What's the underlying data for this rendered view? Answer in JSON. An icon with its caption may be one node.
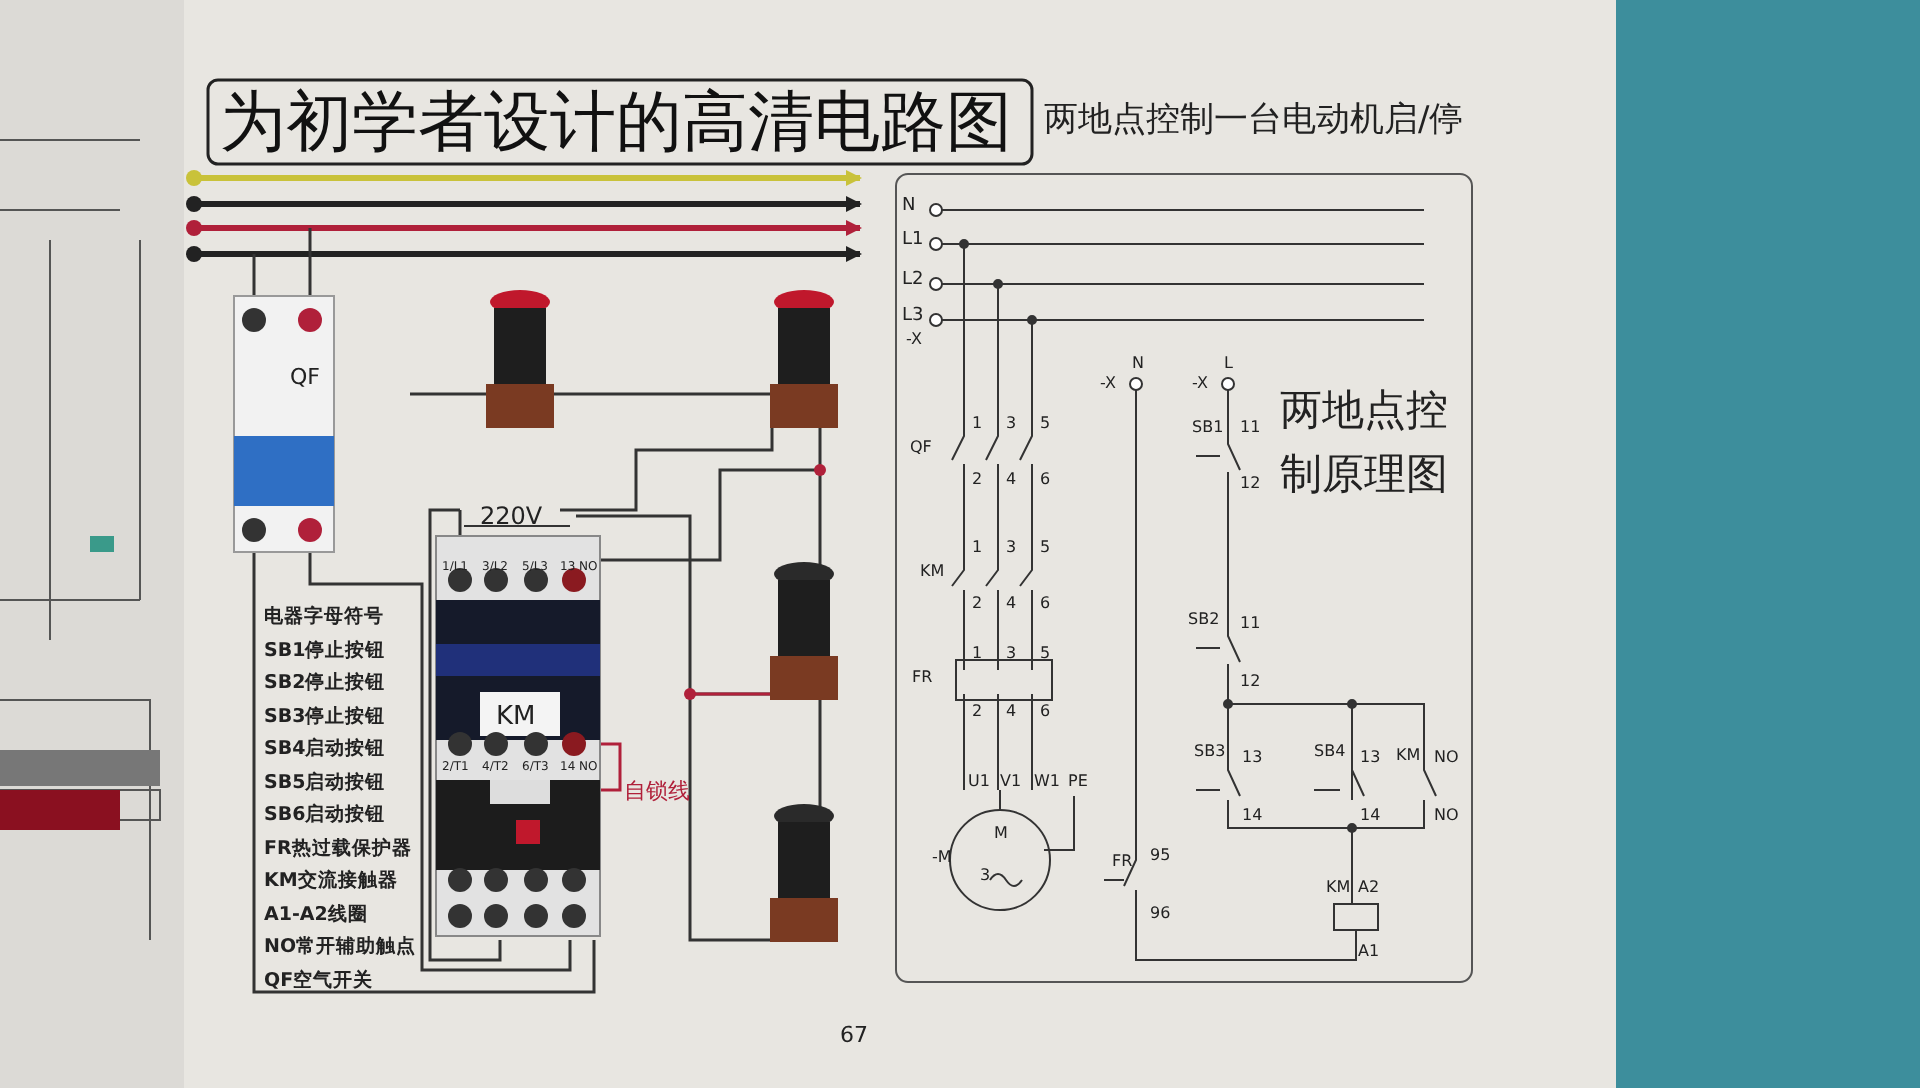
{
  "diagram": {
    "title": "为初学者设计的高清电路图",
    "labels": [
      "两地点控制一台电动机启/停",
      "QF",
      "220V",
      "1/L1",
      "3/L2",
      "5/L3",
      "13 NO",
      "KM",
      "2/T1",
      "4/T2",
      "6/T3",
      "14 NO",
      "自锁线",
      "电器字母符号",
      "SB1停止按钮",
      "SB2停止按钮",
      "SB3停止按钮",
      "SB4启动按钮",
      "SB5启动按钮",
      "SB6启动按钮",
      "FR热过载保护器",
      "KM交流接触器",
      "A1-A2线圈",
      "NO常开辅助触点",
      "QF空气开关",
      "N",
      "L1",
      "L2",
      "L3",
      "-X",
      "-X",
      "N",
      "-X",
      "L",
      "两地点控制原理图",
      "QF",
      "1",
      "3",
      "5",
      "2",
      "4",
      "6",
      "KM",
      "1",
      "3",
      "5",
      "2",
      "4",
      "6",
      "FR",
      "1",
      "3",
      "5",
      "2",
      "4",
      "6",
      "U1",
      "V1",
      "W1",
      "PE",
      "-M",
      "M",
      "3",
      "SB1",
      "11",
      "12",
      "SB2",
      "11",
      "12",
      "SB3",
      "13",
      "14",
      "SB4",
      "13",
      "14",
      "KM",
      "NO",
      "NO",
      "FR",
      "95",
      "96",
      "KM",
      "A2",
      "A1",
      "67"
    ]
  }
}
